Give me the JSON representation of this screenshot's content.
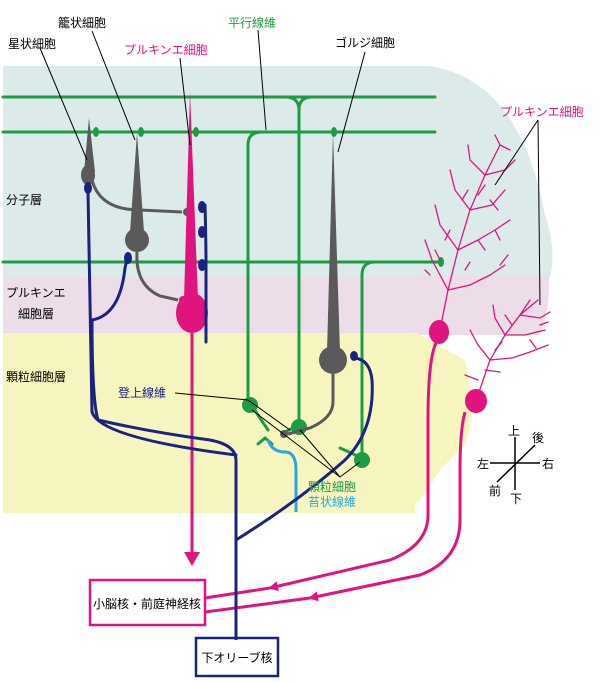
{
  "labels": {
    "stellate": "星状細胞",
    "basket": "籠状細胞",
    "purkinje_top": "プルキンエ細胞",
    "parallel_fiber": "平行線維",
    "golgi": "ゴルジ細胞",
    "purkinje_right": "プルキンエ細胞",
    "molecular_layer": "分子層",
    "purkinje_layer_1": "プルキンエ",
    "purkinje_layer_2": "細胞層",
    "granular_layer": "顆粒細胞層",
    "climbing_fiber": "登上線維",
    "granule_cell": "顆粒細胞",
    "mossy_fiber": "苔状線維",
    "cerebellar_nuclei": "小脳核・前庭神経核",
    "inferior_olive": "下オリーブ核"
  },
  "compass": {
    "up": "上",
    "back": "後",
    "left": "左",
    "right": "右",
    "front": "前",
    "down": "下"
  },
  "colors": {
    "purkinje": "#e0147f",
    "parallel_fiber": "#1f9a45",
    "climbing_fiber": "#1a237e",
    "interneuron": "#5a5a5a",
    "mossy_fiber": "#29a8e0",
    "molecular_layer_bg": "#dcebea",
    "purkinje_layer_bg": "#ecdde8",
    "granular_layer_bg": "#f7f5bf"
  }
}
